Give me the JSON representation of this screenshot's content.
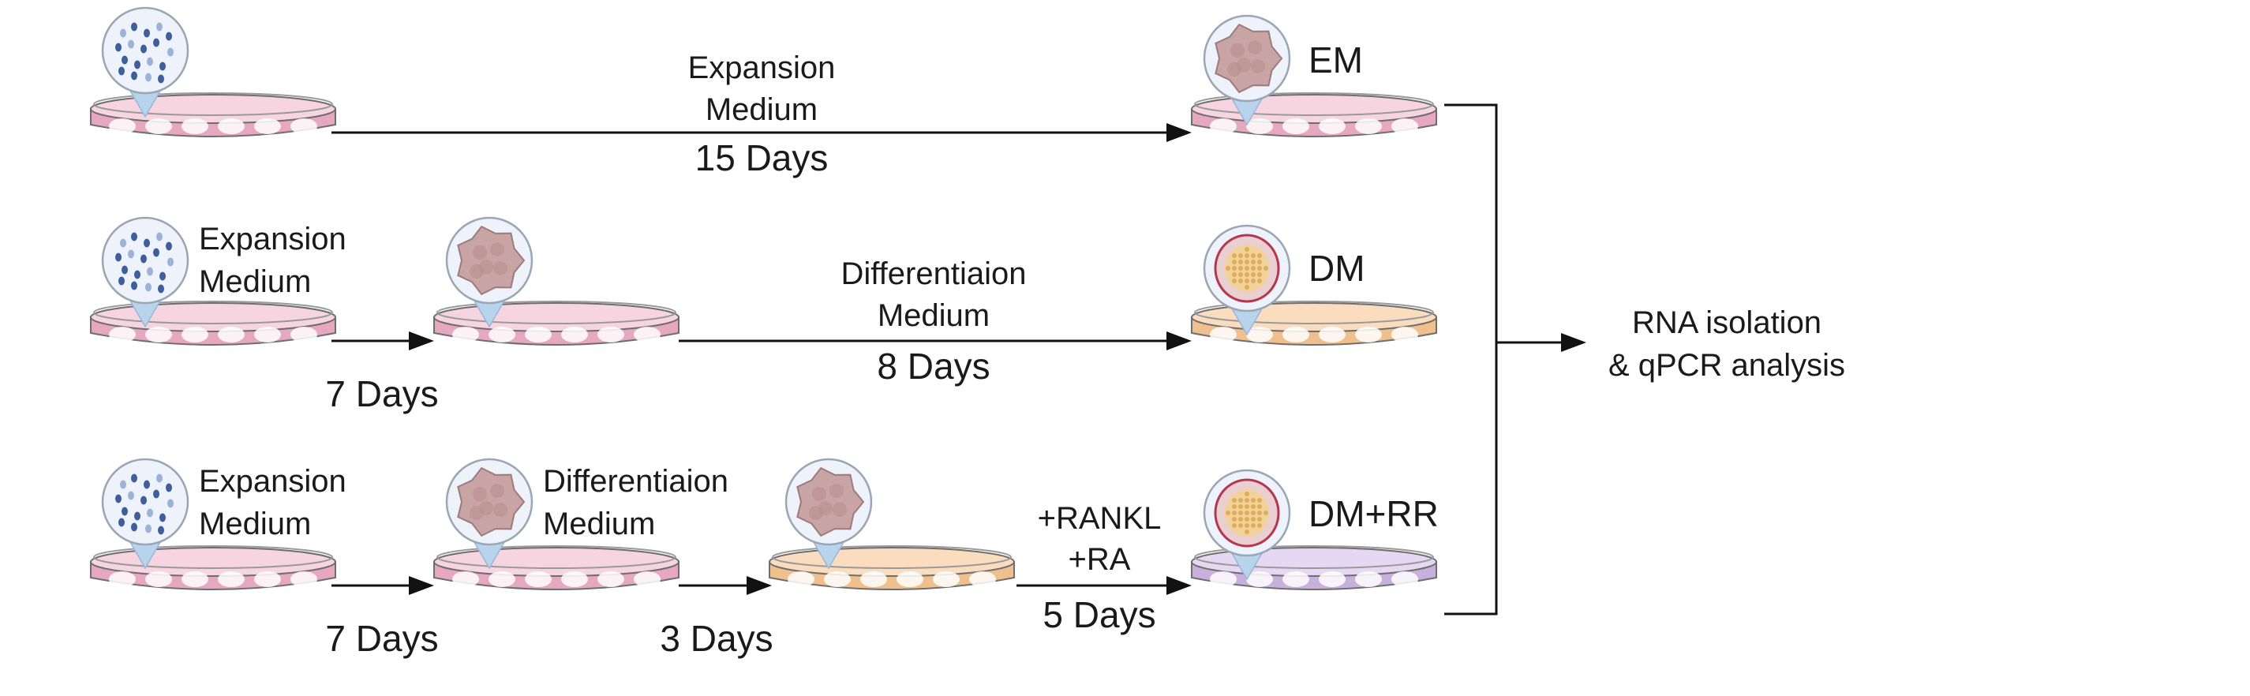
{
  "colors": {
    "dish_pink": "#e6a8be",
    "dish_pink_fill": "#f6d5e1",
    "dish_orange": "#f0bf8e",
    "dish_orange_fill": "#fadcbf",
    "dish_purple": "#c8b0dd",
    "dish_purple_fill": "#e6d8f2",
    "cell_dots": "#3f5f9c",
    "organoid": "#c9a4a4",
    "organoid_inner": "#f0d29a",
    "line": "#111111"
  },
  "rows": {
    "em": {
      "medium_label": [
        "Expansion",
        "Medium"
      ],
      "duration": "15 Days",
      "result": "EM"
    },
    "dm": {
      "medium_label_1": [
        "Expansion",
        "Medium"
      ],
      "duration_1": "7 Days",
      "medium_label_2": [
        "Differentiaion",
        "Medium"
      ],
      "duration_2": "8 Days",
      "result": "DM"
    },
    "dmrr": {
      "medium_label_1": [
        "Expansion",
        "Medium"
      ],
      "duration_1": "7 Days",
      "medium_label_2": [
        "Differentiaion",
        "Medium"
      ],
      "duration_2": "3 Days",
      "additives": [
        "+RANKL",
        "+RA"
      ],
      "duration_3": "5 Days",
      "result": "DM+RR"
    }
  },
  "analysis": [
    "RNA isolation",
    "& qPCR analysis"
  ]
}
